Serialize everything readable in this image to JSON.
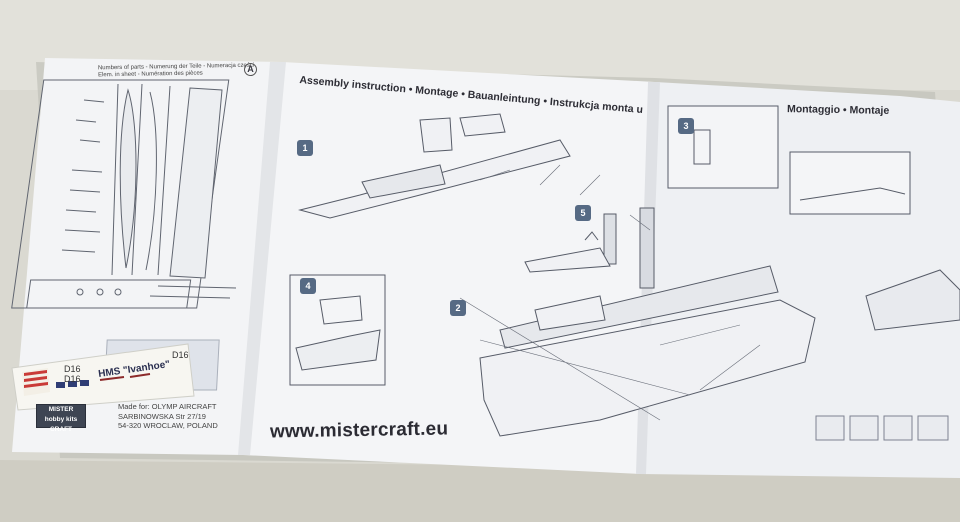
{
  "left_panel": {
    "parts_header": "Numbers of parts - Numerung der Teile - Numeracja części",
    "parts_subheader": "Elem. in sheet - Numération des pièces",
    "sprue_letter": "A",
    "made_for": "Made for: OLYMP AIRCRAFT",
    "address_1": "SARBINOWSKA Str 27/19",
    "address_2": "54-320 WROCLAW, POLAND",
    "logo_line_1": "MISTER",
    "logo_line_2": "hobby kits CRAFT"
  },
  "decal": {
    "ship_name": "HMS \"Ivanhoe\"",
    "code_1": "D16",
    "code_2": "D16",
    "code_3": "D16"
  },
  "assembly": {
    "title": "Assembly instruction • Montage • Bauanleintung • Instrukcja monta u",
    "title_right": "Montaggio • Montaje",
    "website": "www.mistercraft.eu",
    "step_badges": [
      "1",
      "2",
      "3",
      "4",
      "5"
    ]
  }
}
